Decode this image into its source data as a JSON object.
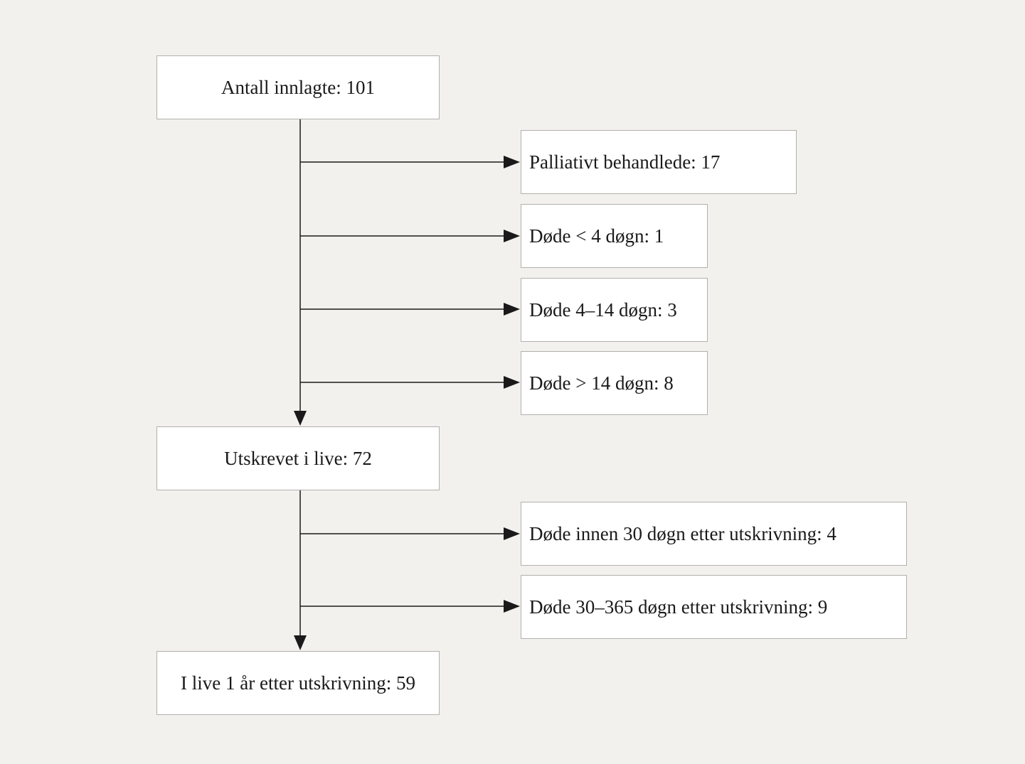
{
  "diagram": {
    "type": "flowchart",
    "language": "Norwegian",
    "colors": {
      "background": "#f2f1ee",
      "box_fill": "#ffffff",
      "box_border": "#b3b0ac",
      "connector": "#1a1a1a",
      "text": "#1a1a1a"
    },
    "nodes": {
      "admitted": {
        "label": "Antall innlagte",
        "value": 101,
        "text": "Antall innlagte: 101"
      },
      "palliative": {
        "label": "Palliativt behandlede",
        "value": 17,
        "text": "Palliativt behandlede: 17"
      },
      "died_lt4": {
        "label": "Døde < 4 døgn",
        "value": 1,
        "text": "Døde < 4 døgn: 1"
      },
      "died_4_14": {
        "label": "Døde 4–14 døgn",
        "value": 3,
        "text": "Døde 4–14 døgn: 3"
      },
      "died_gt14": {
        "label": "Døde > 14 døgn",
        "value": 8,
        "text": "Døde > 14 døgn: 8"
      },
      "discharged": {
        "label": "Utskrevet i live",
        "value": 72,
        "text": "Utskrevet i live: 72"
      },
      "died_within_30": {
        "label": "Døde innen 30 døgn etter utskrivning",
        "value": 4,
        "text": "Døde innen 30 døgn etter utskrivning: 4"
      },
      "died_30_365": {
        "label": "Døde 30–365 døgn etter utskrivning",
        "value": 9,
        "text": "Døde 30–365 døgn etter utskrivning: 9"
      },
      "alive_1yr": {
        "label": "I live 1 år etter utskrivning",
        "value": 59,
        "text": "I live 1 år etter utskrivning: 59"
      }
    },
    "edges": [
      {
        "from": "admitted",
        "to": "palliative"
      },
      {
        "from": "admitted",
        "to": "died_lt4"
      },
      {
        "from": "admitted",
        "to": "died_4_14"
      },
      {
        "from": "admitted",
        "to": "died_gt14"
      },
      {
        "from": "admitted",
        "to": "discharged"
      },
      {
        "from": "discharged",
        "to": "died_within_30"
      },
      {
        "from": "discharged",
        "to": "died_30_365"
      },
      {
        "from": "discharged",
        "to": "alive_1yr"
      }
    ]
  }
}
